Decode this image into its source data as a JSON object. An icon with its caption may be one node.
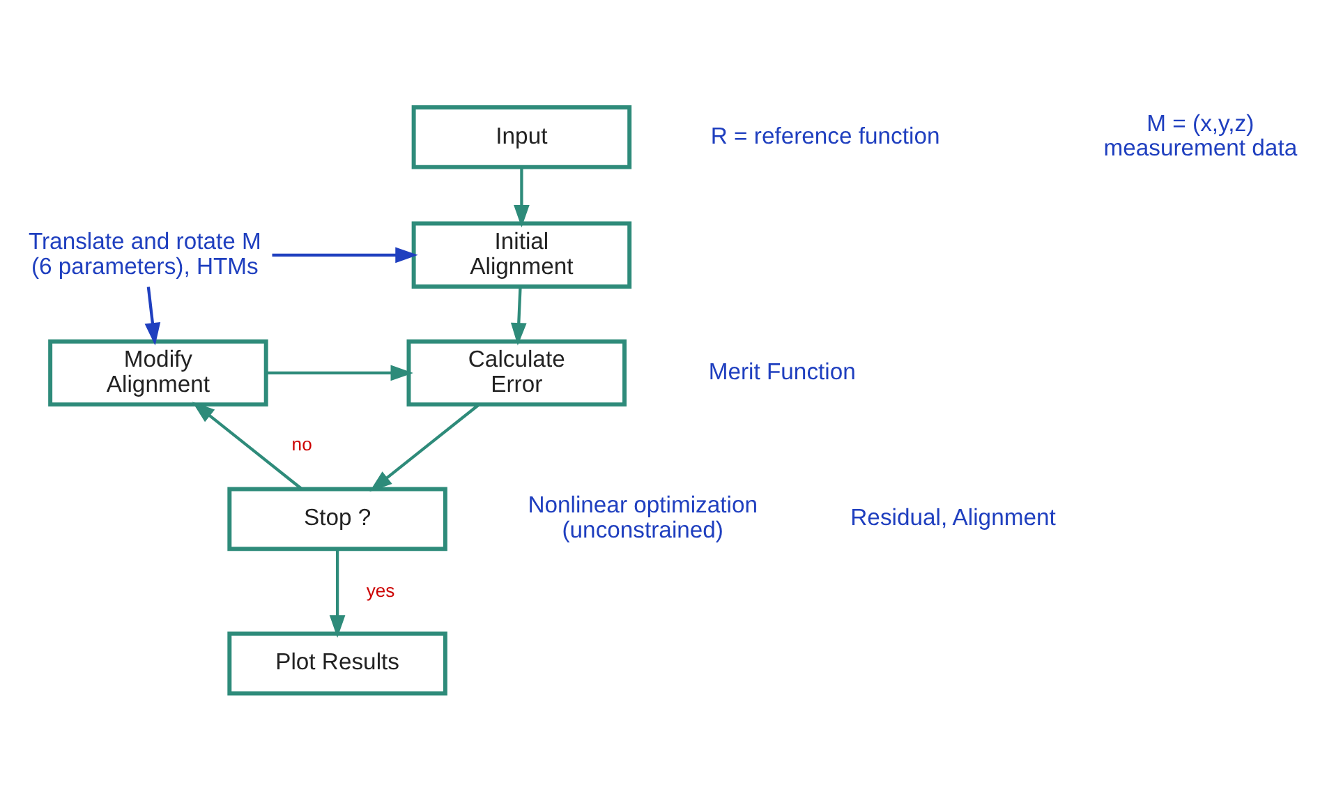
{
  "diagram": {
    "nodes": [
      {
        "text": [
          "Input"
        ]
      },
      {
        "text": [
          "Initial Alignment"
        ]
      },
      {
        "text": [
          "Calculate Error"
        ]
      },
      {
        "text": [
          "Modify Alignment"
        ]
      },
      {
        "text": [
          "Stop ?"
        ]
      },
      {
        "text": [
          "Plot Results"
        ]
      },
      {
        "text": [
          "Translate and rotate M (6 parameters), HTMs"
        ]
      }
    ],
    "edges": [
      {
        "from": 0,
        "to": 1,
        "arrow": "to"
      },
      {
        "from": 1,
        "to": 2,
        "arrow": "to"
      },
      {
        "from": 3,
        "to": 2,
        "arrow": "to"
      },
      {
        "from": 2,
        "to": 4,
        "arrow": "to"
      },
      {
        "from": 4,
        "to": 3,
        "arrow": "to",
        "label": "no"
      },
      {
        "from": 4,
        "to": 5,
        "arrow": "to",
        "label": "yes"
      },
      {
        "from": 6,
        "to": 1,
        "arrow": "to",
        "color": "#1f3fbf"
      },
      {
        "from": 6,
        "to": 3,
        "arrow": "to",
        "color": "#1f3fbf"
      }
    ],
    "labels": [
      "R = reference function",
      "M = (x,y,z) measurement data",
      "Merit Function",
      "Nonlinear optimization (unconstrained)",
      "Residual, Alignment"
    ]
  }
}
